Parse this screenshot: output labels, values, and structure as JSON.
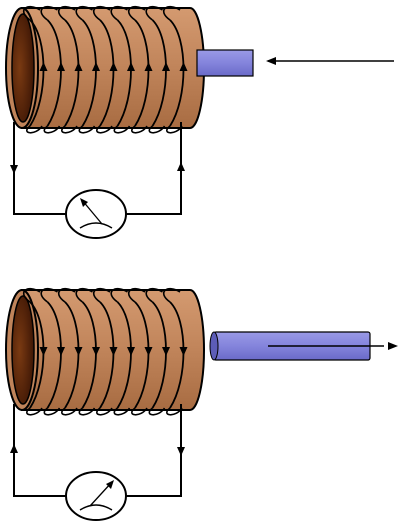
{
  "scenes": [
    {
      "id": "magnet-inserted",
      "magnet_direction": "into-coil",
      "coil_current_direction": "up",
      "circuit_current": {
        "left_wire": "down",
        "right_wire": "up"
      },
      "galvanometer_needle": "left"
    },
    {
      "id": "magnet-withdrawn",
      "magnet_direction": "out-of-coil",
      "coil_current_direction": "down",
      "circuit_current": {
        "left_wire": "up",
        "right_wire": "down"
      },
      "galvanometer_needle": "right"
    }
  ],
  "colors": {
    "coil_body": "#c0845a",
    "coil_body_dark": "#9a6238",
    "coil_inner": "#7a3a12",
    "coil_inner_dark": "#3a1404",
    "magnet": "#8484dc",
    "magnet_dark": "#5c5cb8",
    "wire": "#000000",
    "background": "#ffffff"
  },
  "icons": [
    "solenoid-coil",
    "bar-magnet",
    "galvanometer",
    "motion-arrow",
    "current-arrow"
  ]
}
